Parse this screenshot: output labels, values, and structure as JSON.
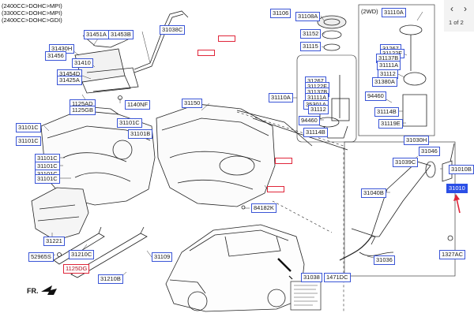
{
  "engine_variants": [
    "(2400CC>DOHC>MPI)",
    "(3300CC>DOHC>MPI)",
    "(2400CC>DOHC>GDI)"
  ],
  "variant_2wd": "(2WD)",
  "direction_label": "FR.",
  "pager": {
    "prev_icon": "‹",
    "next_icon": "›",
    "page_text": "1 of 2"
  },
  "colors": {
    "label_border": "#3a55d6",
    "highlight": "#2b4fe6",
    "red": "#e0263a"
  },
  "callouts": {
    "c31451a": "31451A",
    "c31453b": "31453B",
    "c31038c": "31038C",
    "c31430h": "31430H",
    "c31456": "31456",
    "c31410": "31410",
    "c31454d": "31454D",
    "c31425a": "31425A",
    "c1125ad": "1125AD",
    "c1125gb": "1125GB",
    "c1140nf": "1140NF",
    "c31101c_a": "31101C",
    "c31101c_b": "31101C",
    "c31101c_c": "31101C",
    "c31101b": "31101B",
    "c31101c_d": "31101C",
    "c31101c_e": "31101C",
    "c31101c_f": "31101C",
    "c31101c_g": "31101C",
    "c31221": "31221",
    "c52965s": "52965S",
    "c31210c": "31210C",
    "c1125dg": "1125DG",
    "c31210b": "31210B",
    "c31109": "31109",
    "c31150": "31150",
    "c84182k": "84182K",
    "c31106": "31106",
    "c31108a": "31108A",
    "c31152": "31152",
    "c31115": "31115",
    "c31110a_l": "31110A",
    "c31267_l": "31267",
    "c31122f_l": "31122F",
    "c31137b_l": "31137B",
    "c31111a_l": "31111A",
    "c35301a": "35301A",
    "c31112_l": "31112",
    "c94460_l": "94460",
    "c31114b_l": "31114B",
    "c31110a_r": "31110A",
    "c31267_r": "31267",
    "c31122f_r": "31122F",
    "c31137b_r": "31137B",
    "c31111a_r": "31111A",
    "c31112_r": "31112",
    "c31380a": "31380A",
    "c94460_r": "94460",
    "c31114b_r": "31114B",
    "c31119e": "31119E",
    "c31030h": "31030H",
    "c31046": "31046",
    "c31039c": "31039C",
    "c31010b": "31010B",
    "c31010": "31010",
    "c31040b": "31040B",
    "c31036": "31036",
    "c31038": "31038",
    "c1471dc": "1471DC",
    "c1327ac": "1327AC"
  }
}
